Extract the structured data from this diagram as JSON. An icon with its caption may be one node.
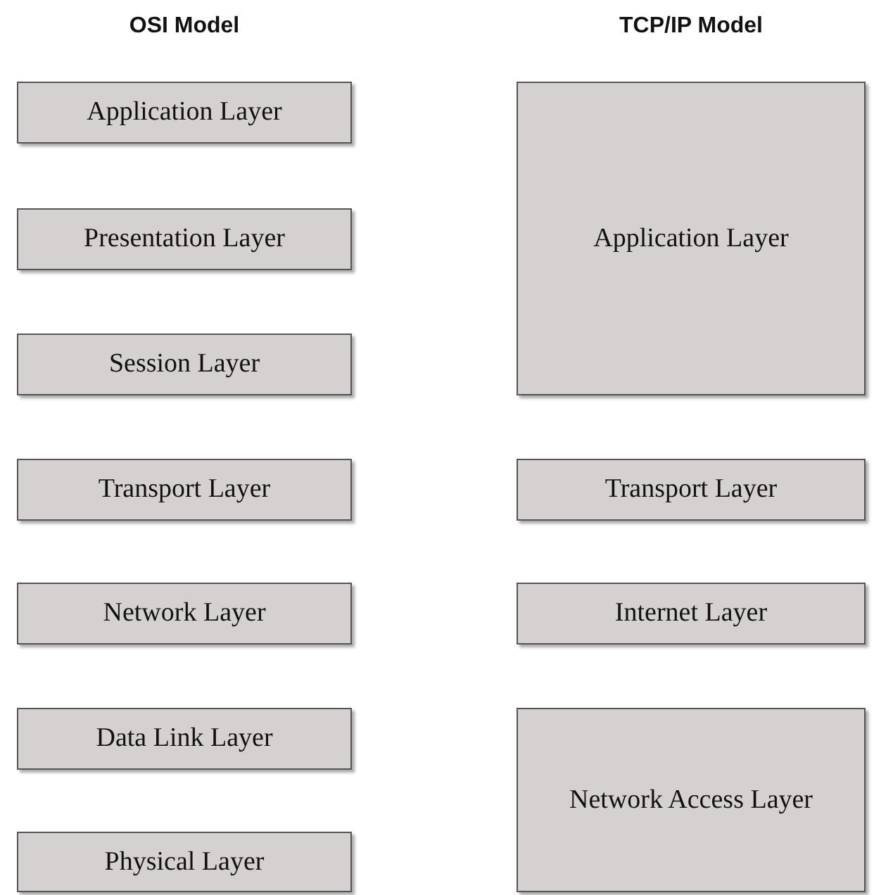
{
  "diagram": {
    "nodes": [
      {
        "text": [
          "Application Layer"
        ]
      },
      {
        "text": [
          "Presentation Layer"
        ]
      },
      {
        "text": [
          "Session Layer"
        ]
      },
      {
        "text": [
          "Transport Layer"
        ]
      },
      {
        "text": [
          "Network Layer"
        ]
      },
      {
        "text": [
          "Data Link Layer"
        ]
      },
      {
        "text": [
          "Physical Layer"
        ]
      },
      {
        "text": [
          "Application Layer"
        ]
      },
      {
        "text": [
          "Transport Layer"
        ]
      },
      {
        "text": [
          "Internet Layer"
        ]
      },
      {
        "text": [
          "Network Access Layer"
        ]
      }
    ],
    "labels": [
      "OSI Model",
      "TCP/IP Model"
    ]
  }
}
